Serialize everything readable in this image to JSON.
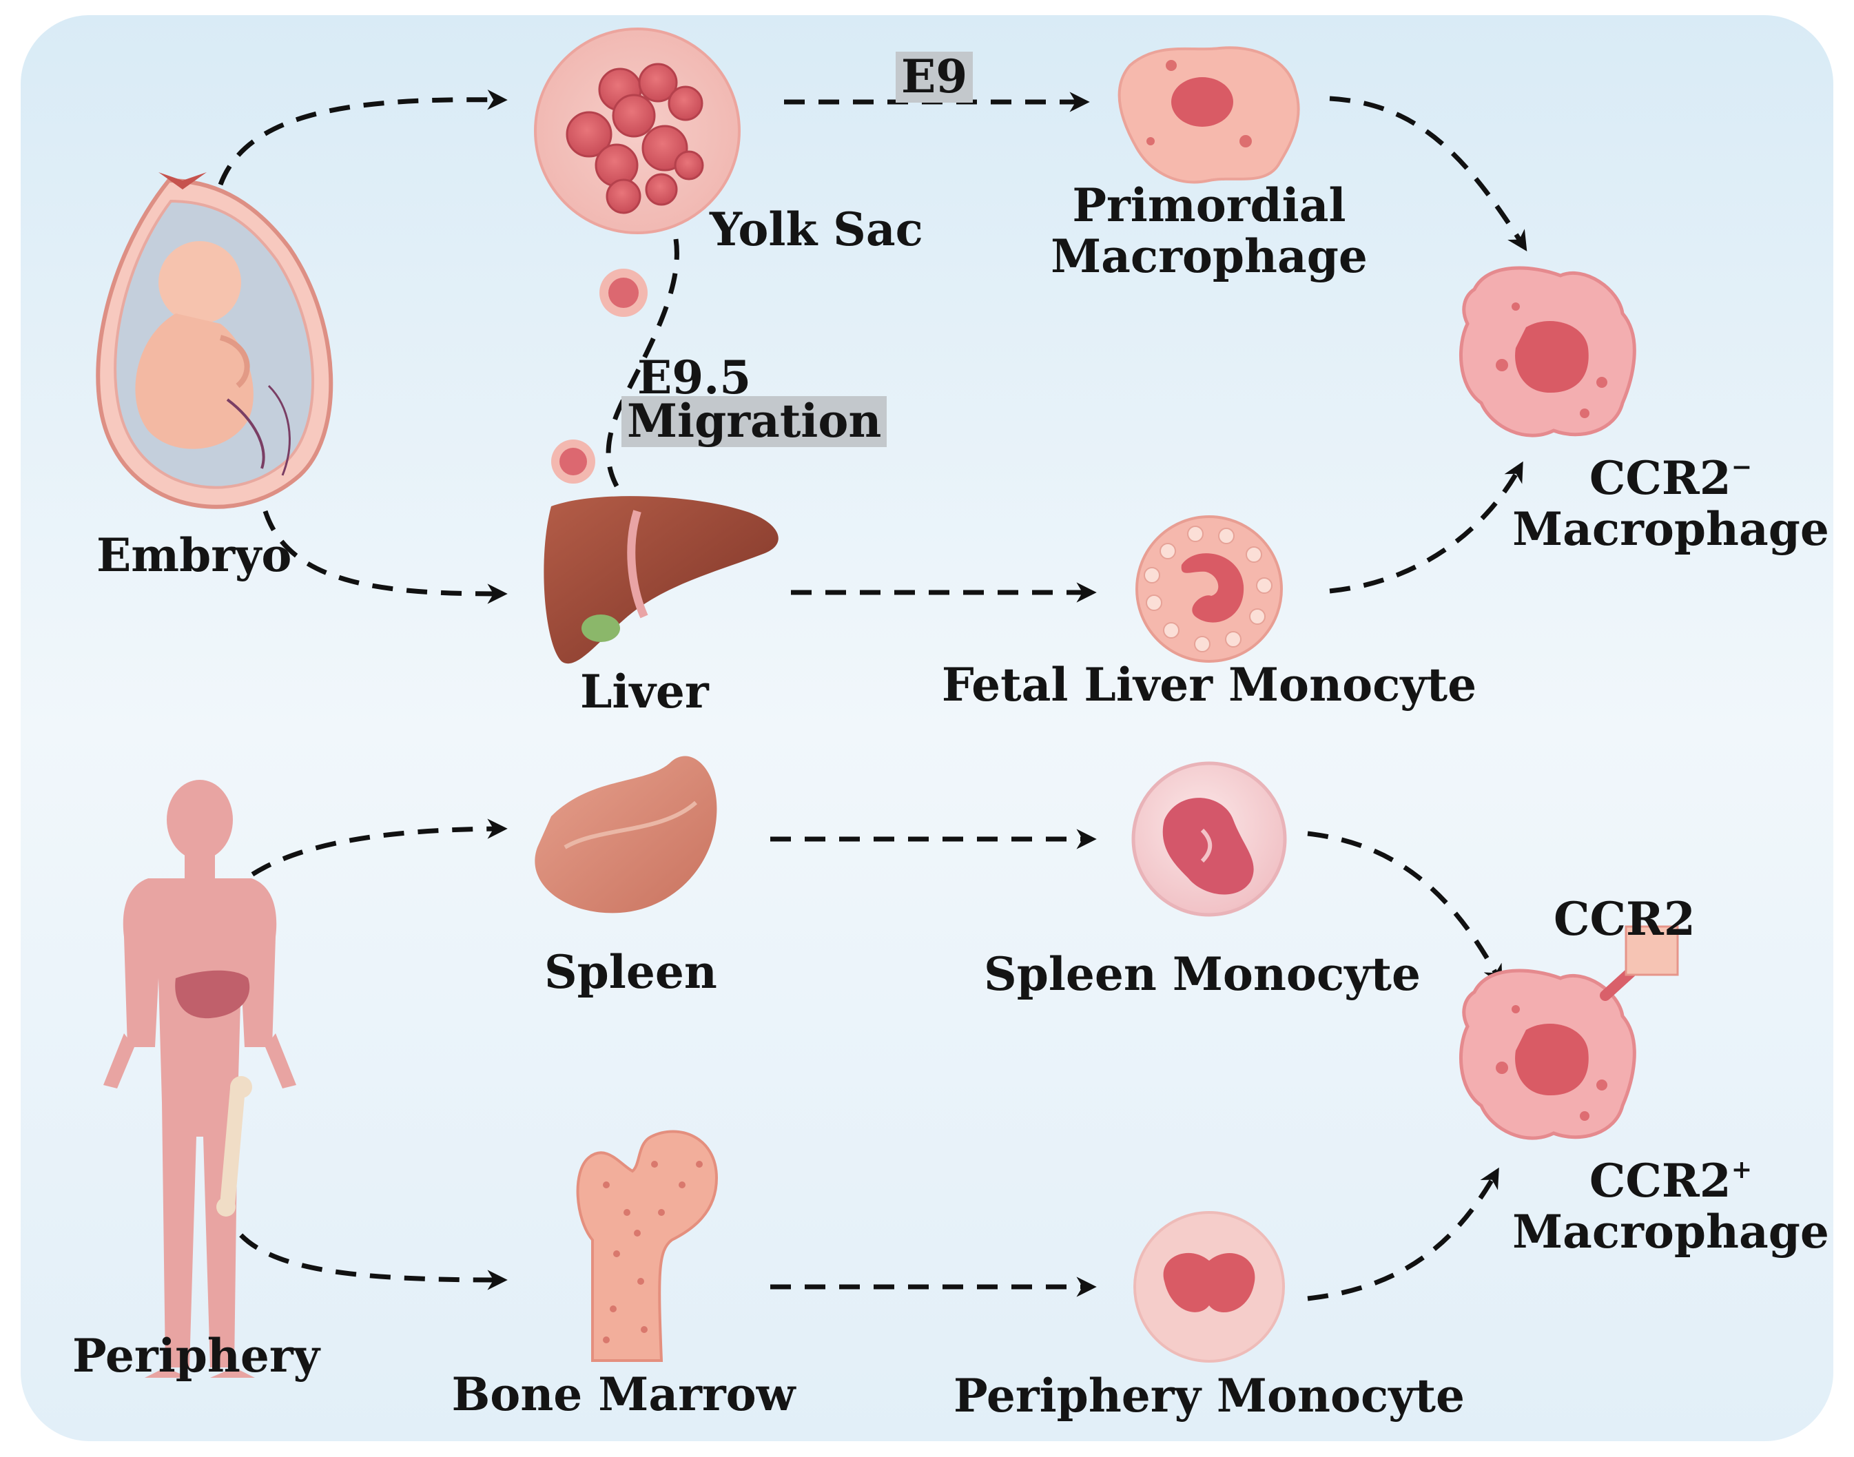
{
  "labels": {
    "embryo": "Embryo",
    "yolk_sac": "Yolk  Sac",
    "e9": "E9",
    "primordial_line1": "Primordial",
    "primordial_line2": "Macrophage",
    "e9_5": "E9.5",
    "migration": "Migration",
    "liver": "Liver",
    "fetal_liver_monocyte": "Fetal  Liver Monocyte",
    "ccr2_neg_base": "CCR2",
    "ccr2_neg_sup": "−",
    "ccr2_neg_line2": "Macrophage",
    "periphery": "Periphery",
    "spleen": "Spleen",
    "spleen_monocyte": "Spleen Monocyte",
    "ccr2_receptor": "CCR2",
    "bone_marrow": "Bone Marrow",
    "periphery_monocyte": "Periphery Monocyte",
    "ccr2_pos_base": "CCR2",
    "ccr2_pos_sup": "+",
    "ccr2_pos_line2": "Macrophage"
  },
  "colors": {
    "background_top": "#d9ebf6",
    "background_bottom": "#f2f8fc",
    "arrow": "#111111",
    "cell_pink": "#f4b3ae",
    "nucleus": "#dc6a72",
    "liver": "#9b4a3a",
    "spleen": "#d98b78",
    "body": "#e7a3a0",
    "highlight": "#c3c8cc"
  },
  "icons": [
    "embryo-uterus-icon",
    "yolk-sac-icon",
    "blood-cell-icon",
    "primordial-macrophage-icon",
    "ccr2-negative-macrophage-icon",
    "liver-icon",
    "fetal-liver-monocyte-icon",
    "human-body-icon",
    "spleen-icon",
    "spleen-monocyte-icon",
    "ccr2-positive-macrophage-icon",
    "ccr2-receptor-icon",
    "bone-marrow-icon",
    "periphery-monocyte-icon"
  ]
}
